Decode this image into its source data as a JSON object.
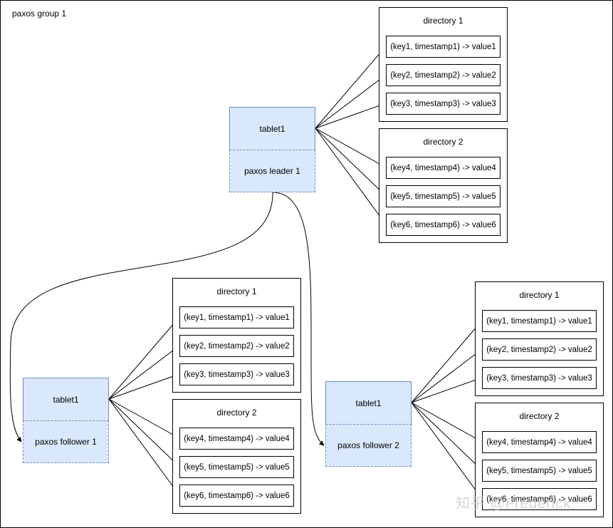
{
  "group_label": "paxos group 1",
  "watermark": "知乎 @Frederick",
  "colors": {
    "tablet_fill": "#dae8fc",
    "tablet_stroke": "#6c8ebf",
    "line": "#000000"
  },
  "replicas": [
    {
      "tablet": "tablet1",
      "role": "paxos leader 1",
      "directories": [
        {
          "title": "directory 1",
          "entries": [
            "(key1, timestamp1) -> value1",
            "(key2, timestamp2) -> value2",
            "(key3, timestamp3) -> value3"
          ]
        },
        {
          "title": "directory 2",
          "entries": [
            "(key4, timestamp4) -> value4",
            "(key5, timestamp5) -> value5",
            "(key6, timestamp6) -> value6"
          ]
        }
      ]
    },
    {
      "tablet": "tablet1",
      "role": "paxos follower 1",
      "directories": [
        {
          "title": "directory 1",
          "entries": [
            "(key1, timestamp1) -> value1",
            "(key2, timestamp2) -> value2",
            "(key3, timestamp3) -> value3"
          ]
        },
        {
          "title": "directory 2",
          "entries": [
            "(key4, timestamp4) -> value4",
            "(key5, timestamp5) -> value5",
            "(key6, timestamp6) -> value6"
          ]
        }
      ]
    },
    {
      "tablet": "tablet1",
      "role": "paxos follower 2",
      "directories": [
        {
          "title": "directory 1",
          "entries": [
            "(key1, timestamp1) -> value1",
            "(key2, timestamp2) -> value2",
            "(key3, timestamp3) -> value3"
          ]
        },
        {
          "title": "directory 2",
          "entries": [
            "(key4, timestamp4) -> value4",
            "(key5, timestamp5) -> value5",
            "(key6, timestamp6) -> value6"
          ]
        }
      ]
    }
  ]
}
